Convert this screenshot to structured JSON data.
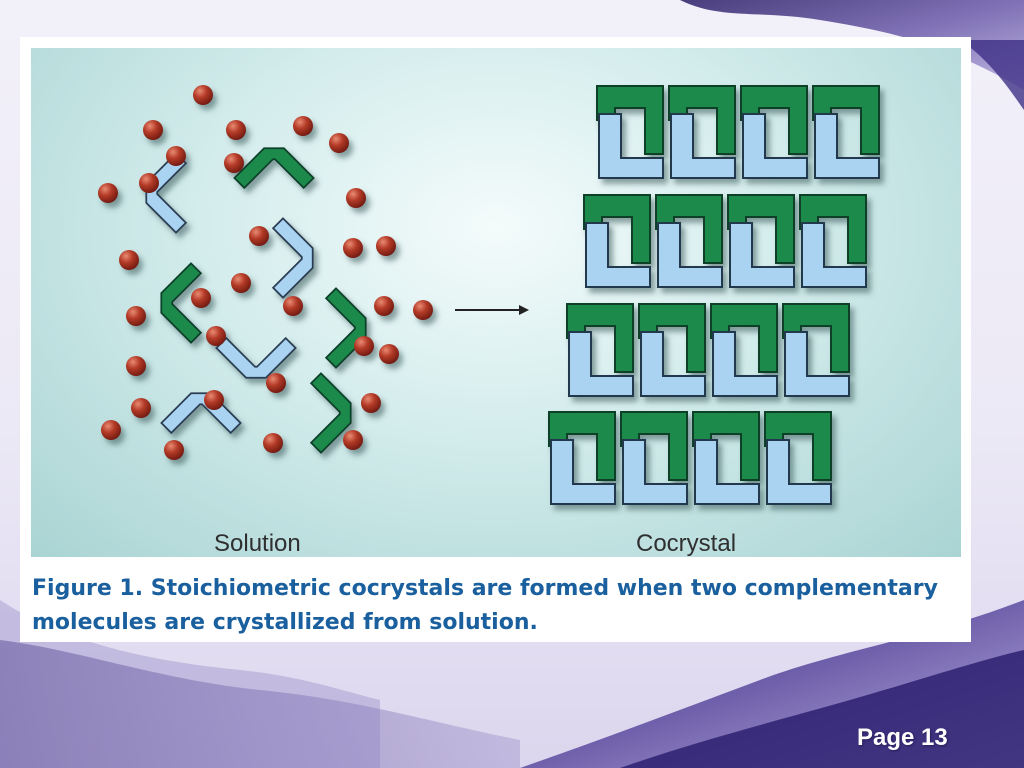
{
  "slide": {
    "page_label": "Page 13"
  },
  "figure": {
    "left_label": "Solution",
    "right_label": "Cocrystal",
    "caption": "Figure 1. Stoichiometric cocrystals are formed when two complementary molecules are crystallized from solution."
  },
  "colors": {
    "accent_caption": "#1a5f9e",
    "molecule_green": "#1b8a4c",
    "molecule_blue": "#a9d3f0",
    "solvent_red": "#a3281d",
    "figure_background": "#c9e6e5"
  },
  "icons": {
    "solvent_molecule": "red-sphere-icon",
    "molecule_a": "green-chevron-icon",
    "molecule_b": "blue-chevron-icon",
    "process_arrow": "right-arrow-icon"
  }
}
